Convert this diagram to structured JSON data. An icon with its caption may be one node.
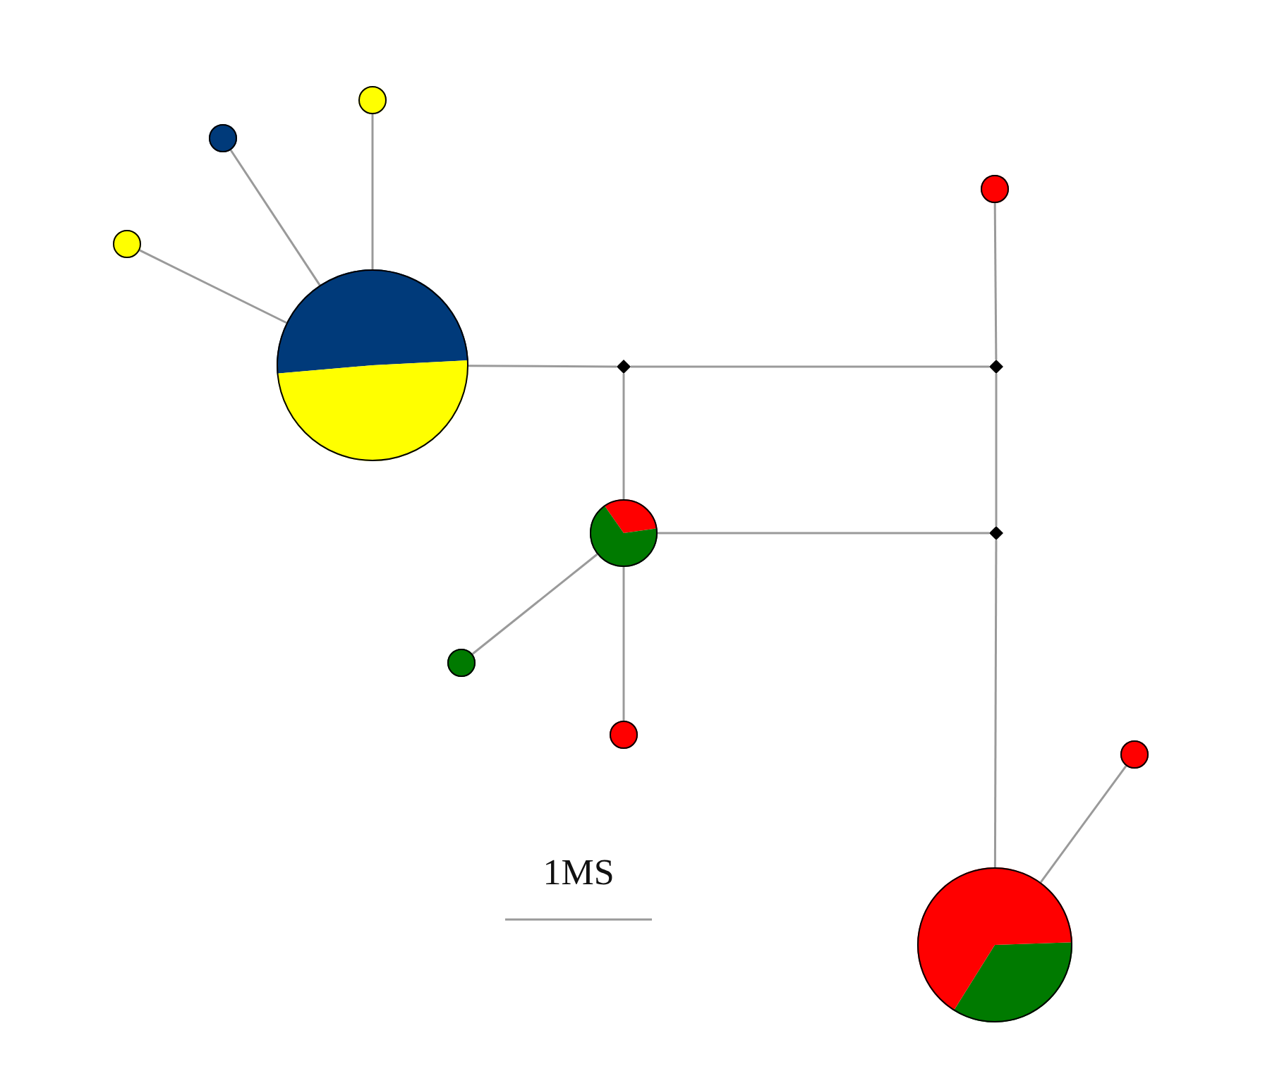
{
  "diagram": {
    "nodes": [
      {
        "text": [],
        "shape": "circle"
      },
      {
        "text": [],
        "shape": "circle"
      },
      {
        "text": [],
        "shape": "circle"
      },
      {
        "text": [],
        "shape": "circle"
      },
      {
        "text": [],
        "shape": "diamond"
      },
      {
        "text": [],
        "shape": "diamond"
      },
      {
        "text": [],
        "shape": "circle"
      },
      {
        "text": [],
        "shape": "circle"
      },
      {
        "text": [],
        "shape": "diamond"
      },
      {
        "text": [],
        "shape": "circle"
      },
      {
        "text": [],
        "shape": "circle"
      },
      {
        "text": [],
        "shape": "circle"
      },
      {
        "text": [],
        "shape": "circle"
      }
    ],
    "edges": [
      {
        "from": 0,
        "to": 3,
        "arrow": "none"
      },
      {
        "from": 1,
        "to": 3,
        "arrow": "none"
      },
      {
        "from": 2,
        "to": 3,
        "arrow": "none"
      },
      {
        "from": 3,
        "to": 4,
        "arrow": "none"
      },
      {
        "from": 4,
        "to": 5,
        "arrow": "none"
      },
      {
        "from": 6,
        "to": 5,
        "arrow": "none"
      },
      {
        "from": 4,
        "to": 7,
        "arrow": "none"
      },
      {
        "from": 7,
        "to": 8,
        "arrow": "none"
      },
      {
        "from": 5,
        "to": 8,
        "arrow": "none"
      },
      {
        "from": 8,
        "to": 12,
        "arrow": "none"
      },
      {
        "from": 7,
        "to": 9,
        "arrow": "none"
      },
      {
        "from": 7,
        "to": 10,
        "arrow": "none"
      },
      {
        "from": 11,
        "to": 12,
        "arrow": "none"
      }
    ],
    "labels": [
      "1MS"
    ]
  }
}
